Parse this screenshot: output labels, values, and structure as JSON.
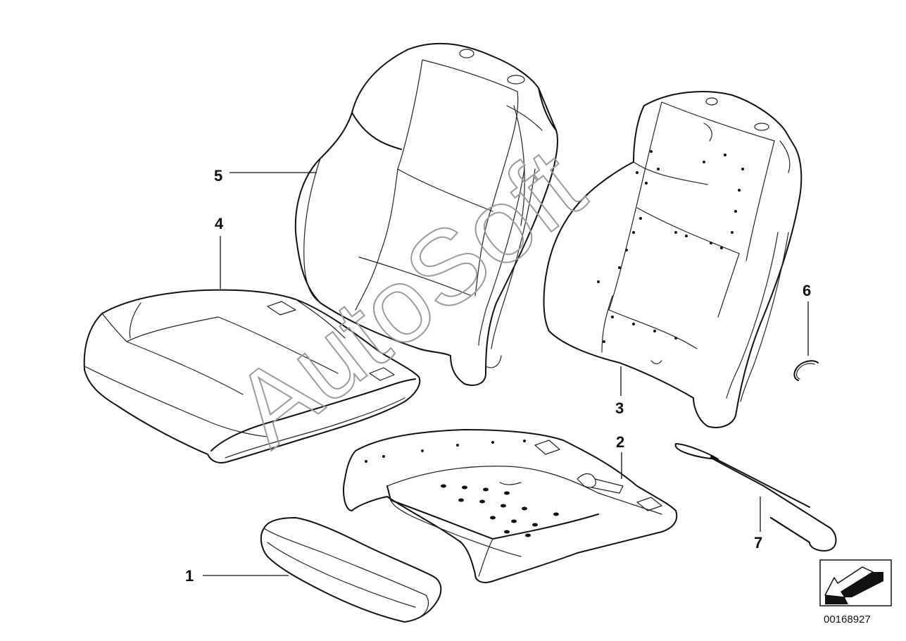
{
  "callouts": [
    {
      "id": "1",
      "label": "1"
    },
    {
      "id": "2",
      "label": "2"
    },
    {
      "id": "3",
      "label": "3"
    },
    {
      "id": "4",
      "label": "4"
    },
    {
      "id": "5",
      "label": "5"
    },
    {
      "id": "6",
      "label": "6"
    },
    {
      "id": "7",
      "label": "7"
    }
  ],
  "watermark": "AutoSoft",
  "diagram_number": "00168927",
  "icons": {
    "orientation": "direction-arrow-icon"
  }
}
